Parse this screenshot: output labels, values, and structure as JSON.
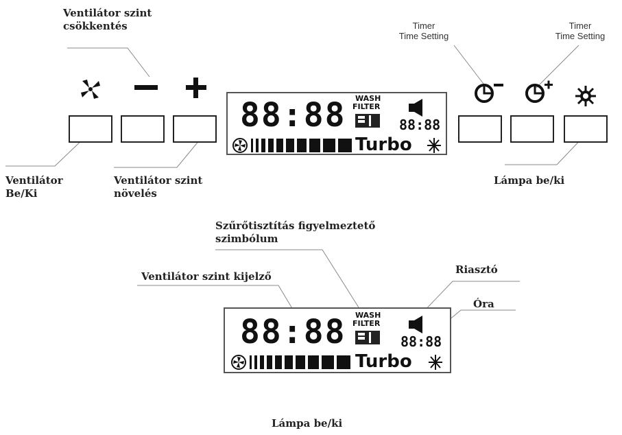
{
  "labels": {
    "fan_down": "Ventilátor szint\ncsökkentés",
    "timer_minus": "Timer\nTime Setting",
    "timer_plus": "Timer\nTime Setting",
    "fan_onoff": "Ventilátor\nBe/Ki",
    "fan_up": "Ventilátor szint\nnövelés",
    "lamp_top": "Lámpa be/ki",
    "filter_symbol": "Szűrőtisztítás figyelmeztető\nszimbólum",
    "fan_level_display": "Ventilátor szint kijelző",
    "alarm": "Riasztó",
    "clock": "Óra",
    "lamp_bottom": "Lámpa be/ki"
  },
  "lcd": {
    "time": "88:88",
    "wash": "WASH",
    "filter": "FILTER",
    "small_time": "88:88",
    "turbo": "Turbo"
  },
  "icons": {
    "fan": "fan-icon",
    "minus": "minus-icon",
    "plus": "plus-icon",
    "timer_minus": "timer-minus-icon",
    "timer_plus": "timer-plus-icon",
    "light": "light-icon"
  }
}
